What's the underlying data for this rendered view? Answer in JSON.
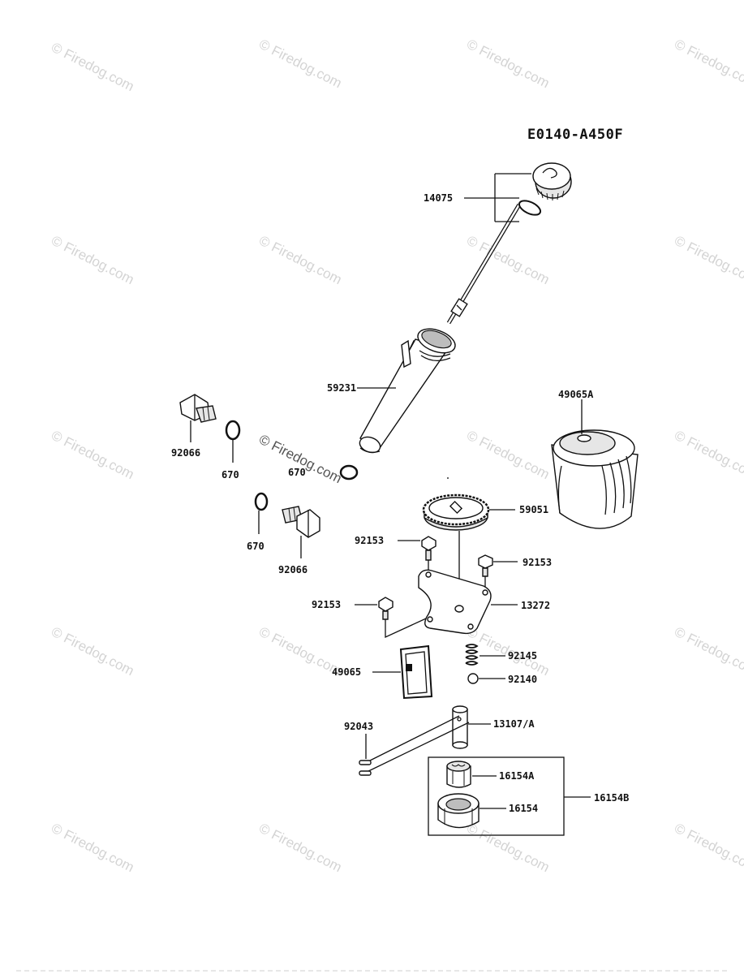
{
  "diagram_code": "E0140-A450F",
  "watermark": "© Firedog.com",
  "part_labels": {
    "p14075": "14075",
    "p59231": "59231",
    "p49065A": "49065A",
    "p92066a": "92066",
    "p670a": "670",
    "p670b": "670",
    "p670c": "670",
    "p92066b": "92066",
    "p59051": "59051",
    "p92153a": "92153",
    "p92153b": "92153",
    "p92153c": "92153",
    "p13272": "13272",
    "p92145": "92145",
    "p49065": "49065",
    "p92140": "92140",
    "p92043": "92043",
    "p13107A": "13107/A",
    "p16154A": "16154A",
    "p16154": "16154",
    "p16154B": "16154B"
  }
}
